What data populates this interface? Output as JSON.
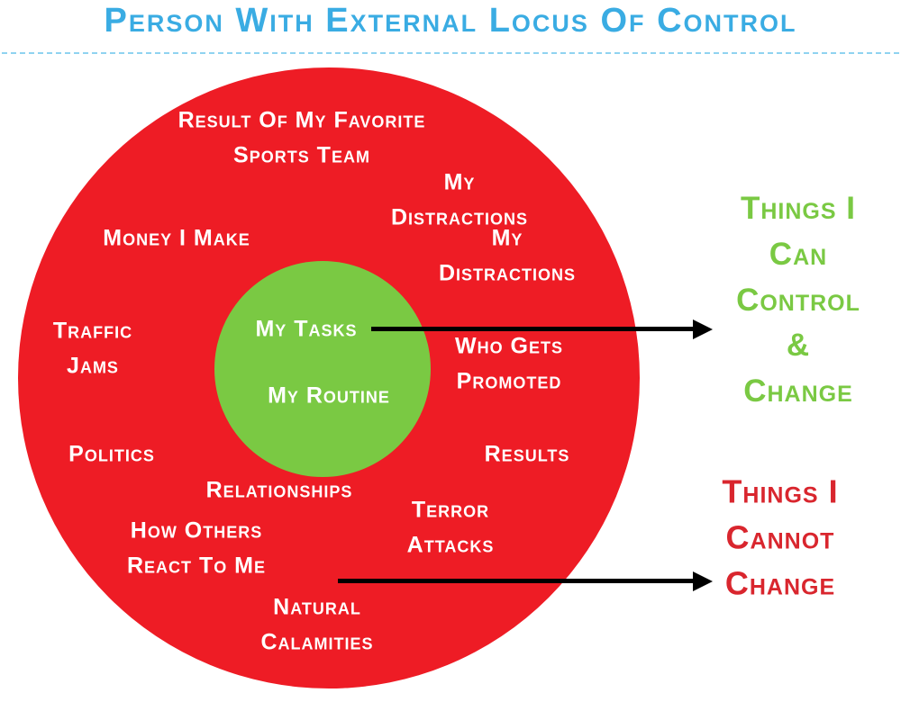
{
  "title": "Person With External Locus Of Control",
  "colors": {
    "title_text": "#3aace3",
    "divider": "#8fd3f0",
    "outer_circle": "#ee1c25",
    "inner_circle": "#7ac943",
    "circle_label_text": "#ffffff",
    "can_control_text": "#7ac943",
    "cannot_change_text": "#d9262e",
    "arrow": "#000000"
  },
  "diagram": {
    "outer_labels": [
      "Result Of My Favorite\nSports Team",
      "My\nDistractions",
      "My\nDistractions",
      "Money I Make",
      "Traffic\nJams",
      "Who Gets\nPromoted",
      "Politics",
      "Results",
      "Relationships",
      "Terror\nAttacks",
      "How Others\nReact To Me",
      "Natural\nCalamities"
    ],
    "inner_labels": [
      "My Tasks",
      "My Routine"
    ],
    "annotations": {
      "can_control": "Things I Can\nControl &\nChange",
      "cannot_change": "Things I\nCannot\nChange"
    }
  }
}
